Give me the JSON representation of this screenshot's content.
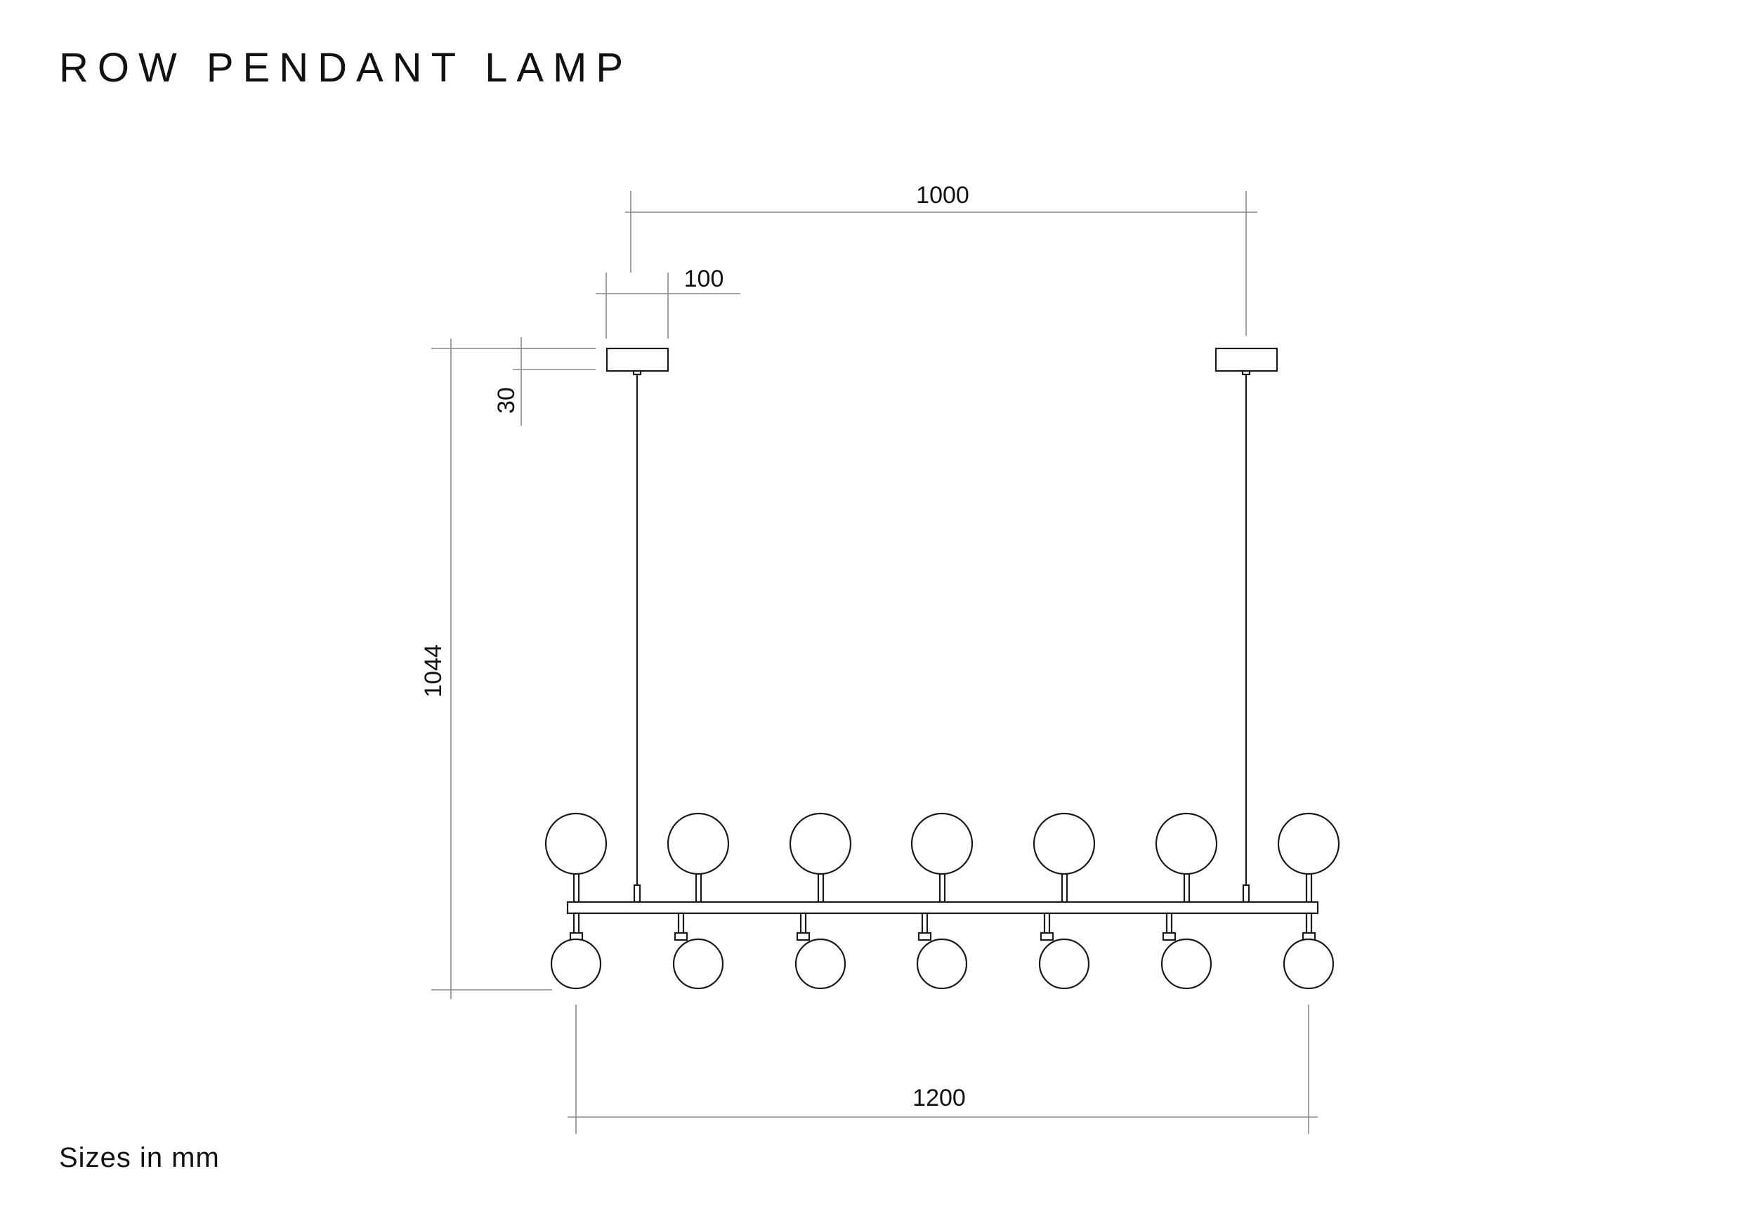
{
  "title": "ROW PENDANT LAMP",
  "note": "Sizes in mm",
  "dimensions": {
    "canopy_spacing": "1000",
    "canopy_width": "100",
    "canopy_height": "30",
    "total_height": "1044",
    "total_width": "1200"
  },
  "lamp": {
    "globes_up": 7,
    "globes_down": 7,
    "canopies": 2
  },
  "colors": {
    "line": "#1a1a1a",
    "dimension": "#8a8a8a",
    "background": "#ffffff"
  }
}
